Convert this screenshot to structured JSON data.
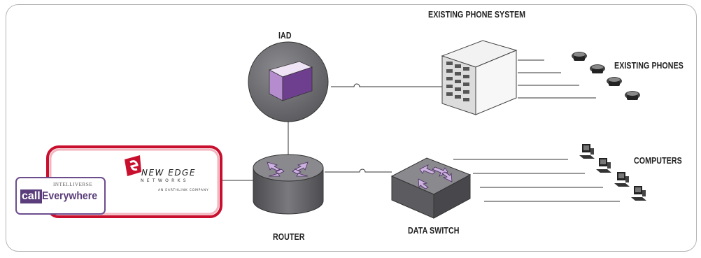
{
  "labels": {
    "iad": "IAD",
    "existing_phone_system": "EXISTING PHONE SYSTEM",
    "existing_phones": "EXISTING PHONES",
    "computers": "COMPUTERS",
    "router": "ROUTER",
    "data_switch": "DATA SWITCH"
  },
  "branding": {
    "call_everywhere": {
      "prefix": "INTELLIVERSE",
      "call": "call",
      "everywhere": "Everywhere"
    },
    "new_edge": {
      "name": "NEW EDGE",
      "networks": "NETWORKS",
      "tagline": "AN EARTHLINK COMPANY"
    }
  },
  "colors": {
    "node_fill": "#6f6f72",
    "brand_red": "#c8102e",
    "brand_purple": "#5a3d7a",
    "device_purple": "#8a5aa8"
  },
  "icons": [
    "iad-device-icon",
    "pbx-icon",
    "telephone-icon",
    "computer-icon",
    "router-icon",
    "switch-icon"
  ]
}
